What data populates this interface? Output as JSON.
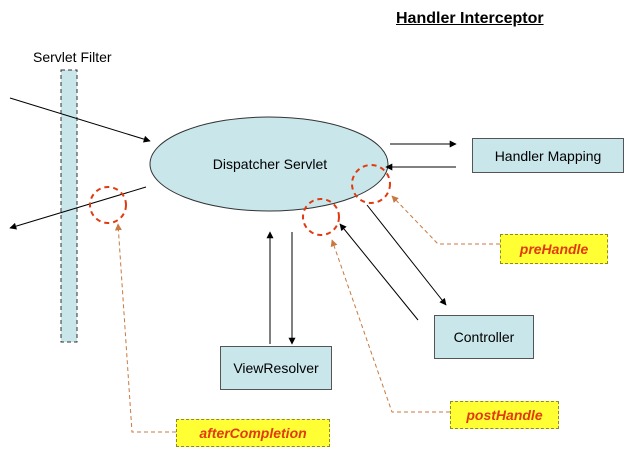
{
  "title": "Handler Interceptor",
  "servlet_filter_label": "Servlet Filter",
  "dispatcher_label": "Dispatcher Servlet",
  "handler_mapping_label": "Handler Mapping",
  "controller_label": "Controller",
  "view_resolver_label": "ViewResolver",
  "pre_handle_label": "preHandle",
  "post_handle_label": "postHandle",
  "after_completion_label": "afterCompletion",
  "colors": {
    "box_fill": "#c9e6ea",
    "hook_fill": "#ffff33",
    "hook_text": "#e23a10",
    "marker": "#e23a10",
    "dashed_connector": "#c87941"
  }
}
